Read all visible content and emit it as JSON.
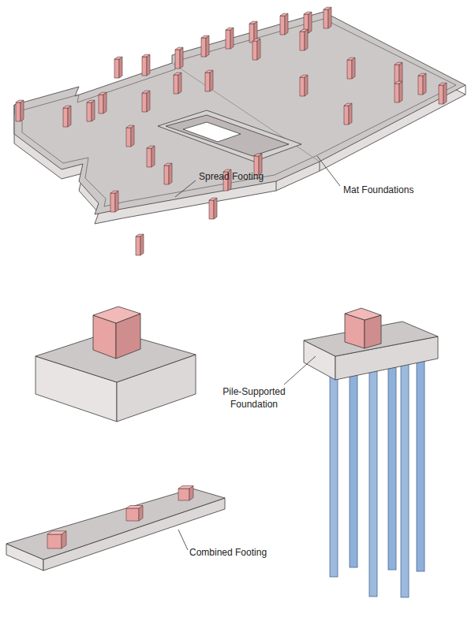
{
  "diagram": {
    "labels": [
      "Mat Foundations",
      "Spread Footing",
      "Pile-Supported Foundation",
      "Combined Footing"
    ]
  }
}
